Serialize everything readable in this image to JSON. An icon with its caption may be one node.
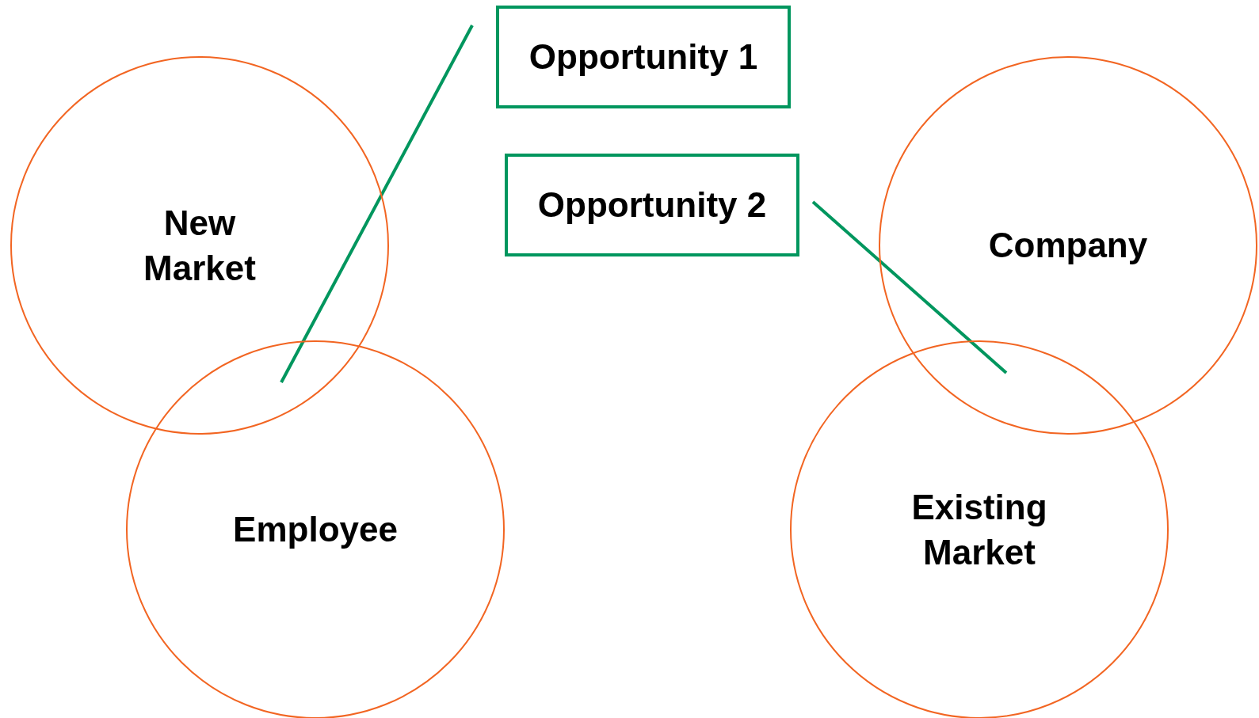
{
  "diagram": {
    "nodes": [
      {
        "text": [
          "Opportunity 1"
        ]
      },
      {
        "text": [
          "Opportunity 2"
        ]
      },
      {
        "text": [
          "New Market"
        ]
      },
      {
        "text": [
          "Company"
        ]
      },
      {
        "text": [
          "Employee"
        ]
      },
      {
        "text": [
          "Existing Market"
        ]
      }
    ],
    "edges": [
      {
        "from": 0,
        "to": 2,
        "arrow": "none"
      },
      {
        "from": 1,
        "to": 3,
        "arrow": "none"
      }
    ]
  }
}
